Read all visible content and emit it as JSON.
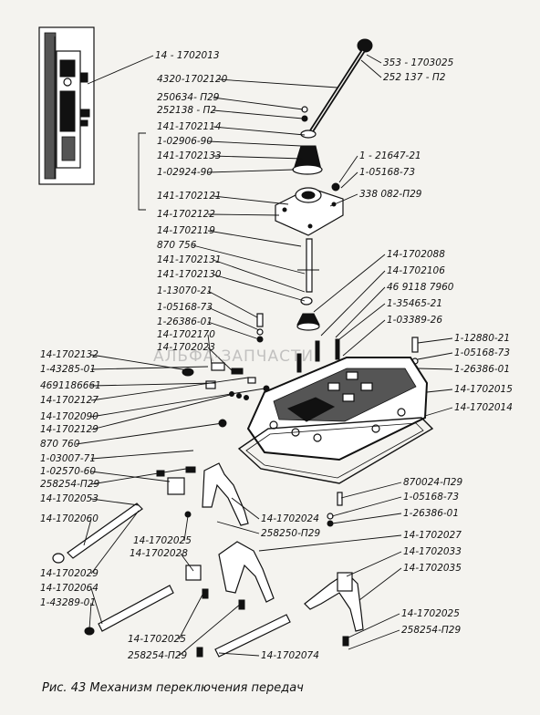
{
  "caption": "Рис. 43 Механизм переключения передач",
  "watermark": "АЛЬФА-ЗАПЧАСТИ",
  "labels": [
    "14 - 1702013",
    "353 - 1703025",
    "4320-1702120",
    "252 137 - П2",
    "250634- П29",
    "252138 - П2",
    "141-1702114",
    "1-02906-90",
    "141-1702133",
    "1-02924-90",
    "1 - 21647-21",
    "1-05168-73",
    "338 082-П29",
    "141-1702121",
    "14-1702122",
    "14-1702119",
    "870 756",
    "141-1702131",
    "141-1702130",
    "14-1702088",
    "14-1702106",
    "46 9118 7960",
    "1-35465-21",
    "1-03389-26",
    "1-13070-21",
    "1-05168-73",
    "1-26386-01",
    "14-1702170",
    "14-1702023",
    "14-1702132",
    "1-43285-01",
    "4691186661",
    "14-1702127",
    "14-1702090",
    "14-1702129",
    "870 760",
    "1-03007-71",
    "1-02570-60",
    "258254-П29",
    "14-1702053",
    "14-1702060",
    "1-12880-21",
    "1-05168-73",
    "1-26386-01",
    "14-1702015",
    "14-1702014",
    "870024-П29",
    "1-05168-73",
    "1-26386-01",
    "14-1702024",
    "258250-П29",
    "14-1702025",
    "14-1702028",
    "14-1702027",
    "14-1702033",
    "14-1702035",
    "14-1702029",
    "14-1702064",
    "1-43289-01",
    "14-1702025",
    "258254-П29",
    "14-1702025",
    "258254-П29",
    "14-1702074"
  ]
}
